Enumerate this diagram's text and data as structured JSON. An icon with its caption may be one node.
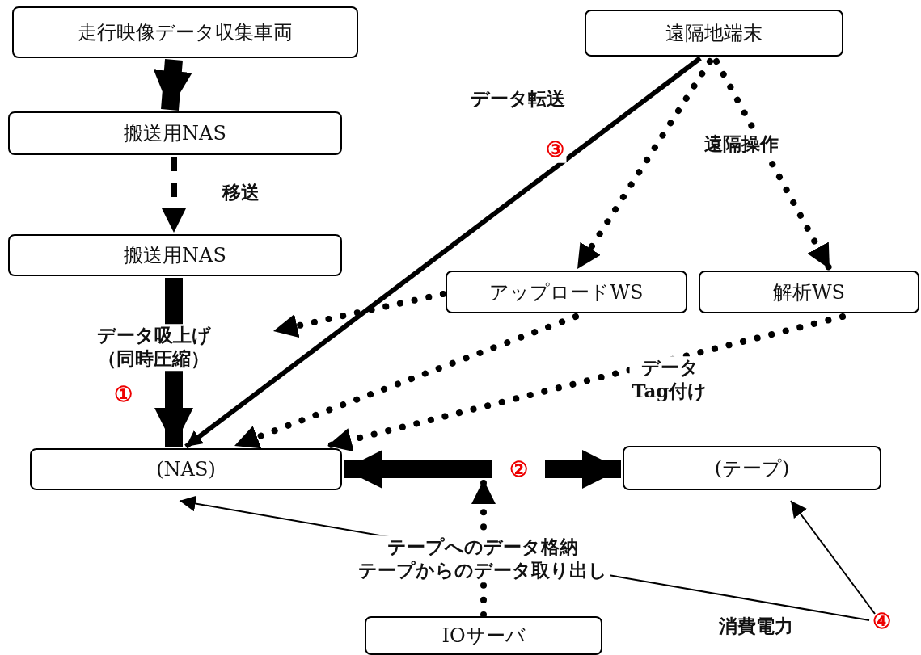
{
  "diagram": {
    "nodes": [
      {
        "text": [
          "走行映像データ収集車両"
        ]
      },
      {
        "text": [
          "搬送用NAS"
        ]
      },
      {
        "text": [
          "搬送用NAS"
        ]
      },
      {
        "text": [
          "遠隔地端末"
        ]
      },
      {
        "text": [
          "アップロードWS"
        ]
      },
      {
        "text": [
          "解析WS"
        ]
      },
      {
        "text": [
          "(NAS)"
        ]
      },
      {
        "text": [
          "(テープ)"
        ]
      },
      {
        "text": [
          "IOサーバ"
        ]
      },
      {
        "text": [
          "②"
        ]
      },
      {
        "text": [
          "④"
        ]
      }
    ],
    "edges": [
      {
        "from": 0,
        "to": 1,
        "arrow": "to",
        "style": "thick"
      },
      {
        "from": 1,
        "to": 2,
        "arrow": "to",
        "style": "dashed",
        "label": "移送"
      },
      {
        "from": 2,
        "to": 6,
        "arrow": "to",
        "style": "thick",
        "label": "データ吸上げ（同時圧縮）"
      },
      {
        "from": 3,
        "to": 6,
        "arrow": "to",
        "label": "データ転送"
      },
      {
        "from": 3,
        "to": 4,
        "arrow": "to",
        "style": "dashed"
      },
      {
        "from": 3,
        "to": 5,
        "arrow": "to",
        "style": "dashed"
      },
      {
        "from": 4,
        "to": null,
        "arrow": "to",
        "style": "dashed"
      },
      {
        "from": 4,
        "to": 6,
        "arrow": "to",
        "style": "dashed"
      },
      {
        "from": 5,
        "to": 6,
        "arrow": "to",
        "style": "dashed",
        "label": "データTag付け"
      },
      {
        "from": 9,
        "to": 6,
        "arrow": "to",
        "style": "thick"
      },
      {
        "from": 9,
        "to": 7,
        "arrow": "to",
        "style": "thick"
      },
      {
        "from": 8,
        "to": 9,
        "arrow": "to",
        "style": "dashed",
        "label": "テープへのデータ格納テープからのデータ取り出し"
      },
      {
        "from": 10,
        "to": 6,
        "arrow": "to"
      },
      {
        "from": 10,
        "to": 7,
        "arrow": "to"
      }
    ],
    "labels": [
      "③",
      "遠隔操作",
      "①",
      "消費電力"
    ]
  }
}
